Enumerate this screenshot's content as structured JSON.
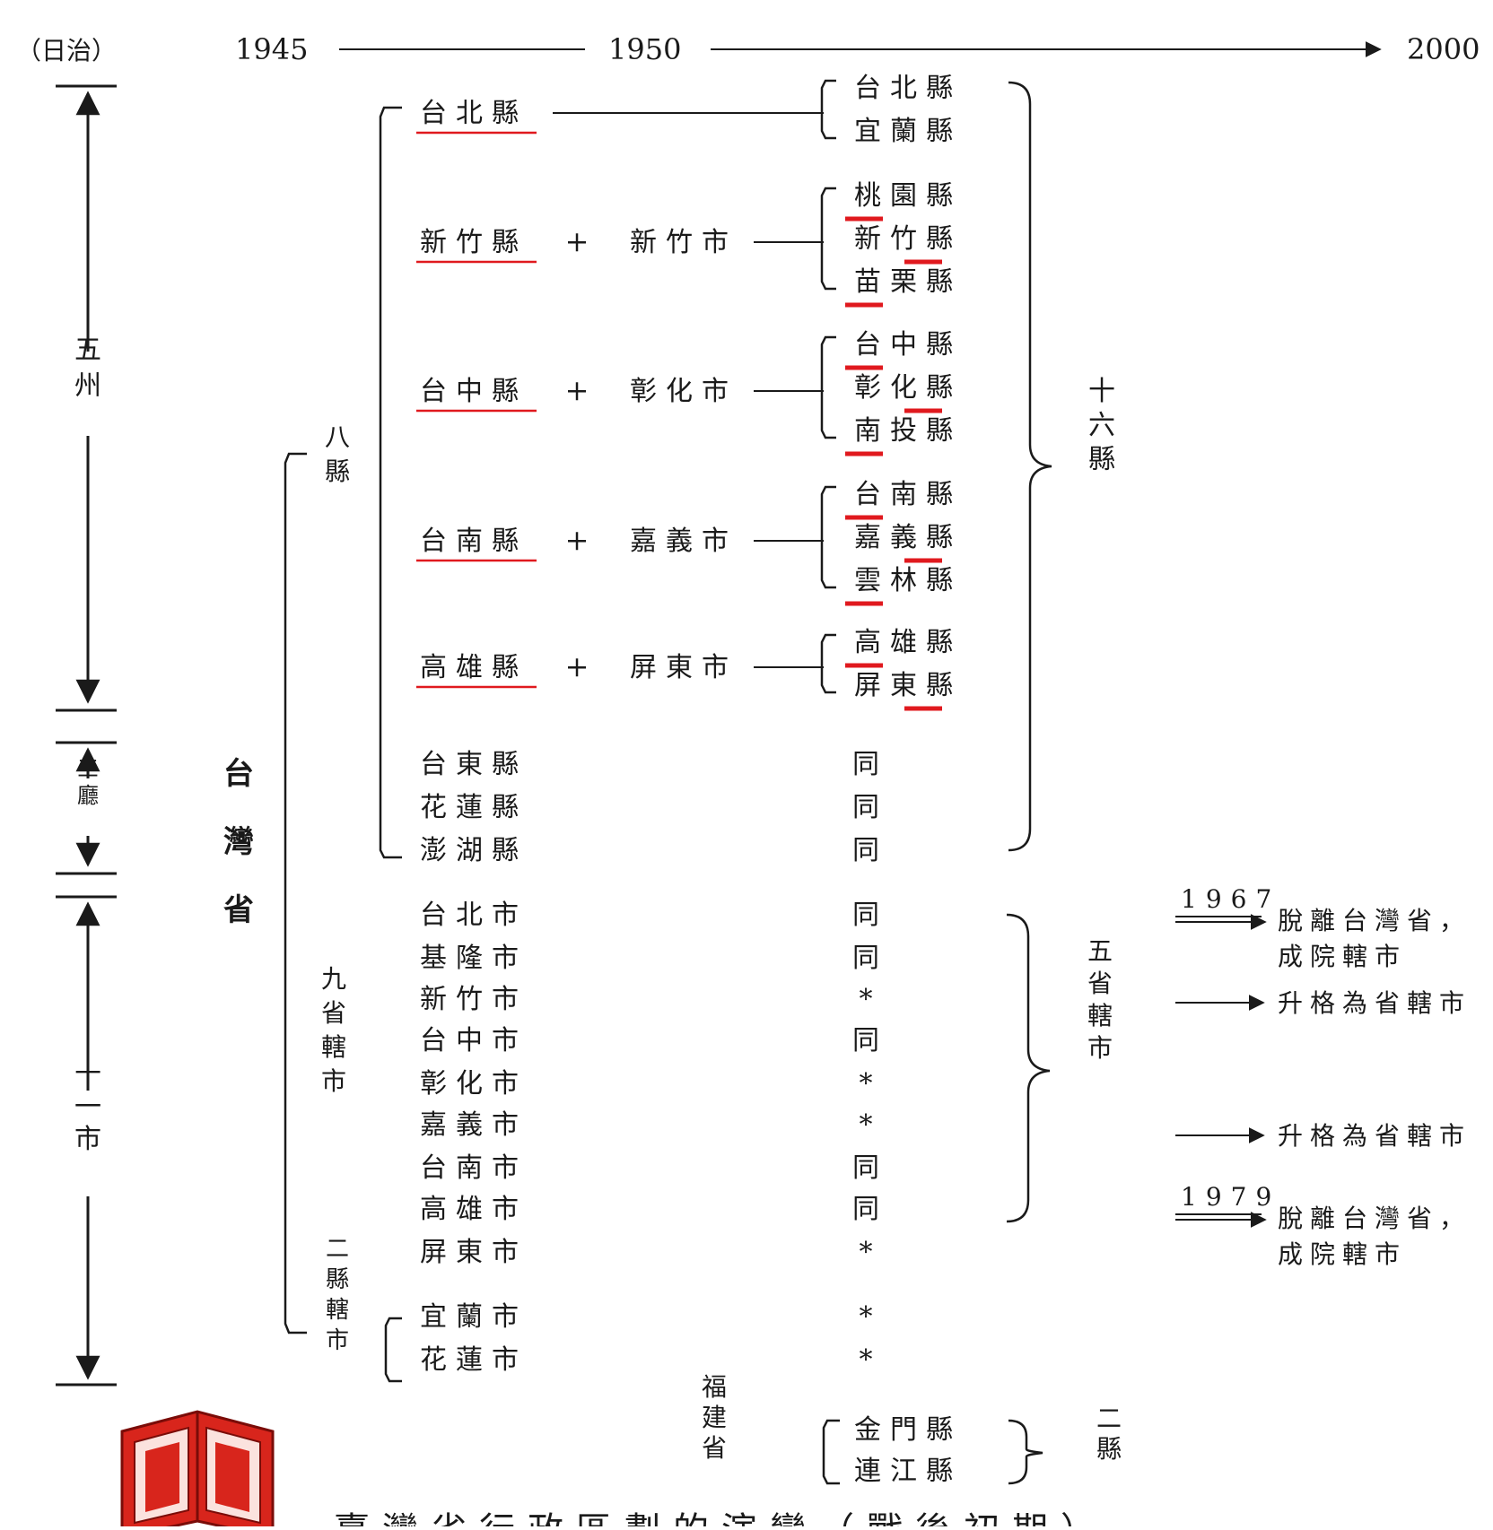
{
  "timeline": {
    "era": "（日治）",
    "years": [
      "1945",
      "1950",
      "2000"
    ]
  },
  "left_periods": {
    "wuzhou": "五州",
    "santing": "三廳",
    "shiyishi": "十一市"
  },
  "province": {
    "taiwan": "台灣省",
    "fujian": "福建省"
  },
  "groups": {
    "baxian": "八縣",
    "jiushengxiashi": "九省轄市",
    "erxianxiashi": "二縣轄市"
  },
  "merges": [
    {
      "county": "台北縣",
      "plus": "",
      "city": "",
      "result": [
        "台北縣",
        "宜蘭縣"
      ]
    },
    {
      "county": "新竹縣",
      "plus": "+",
      "city": "新竹市",
      "result": [
        "桃園縣",
        "新竹縣",
        "苗栗縣"
      ]
    },
    {
      "county": "台中縣",
      "plus": "+",
      "city": "彰化市",
      "result": [
        "台中縣",
        "彰化縣",
        "南投縣"
      ]
    },
    {
      "county": "台南縣",
      "plus": "+",
      "city": "嘉義市",
      "result": [
        "台南縣",
        "嘉義縣",
        "雲林縣"
      ]
    },
    {
      "county": "高雄縣",
      "plus": "+",
      "city": "屏東市",
      "result": [
        "高雄縣",
        "屏東縣"
      ]
    }
  ],
  "same_counties": [
    {
      "name": "台東縣",
      "status": "同"
    },
    {
      "name": "花蓮縣",
      "status": "同"
    },
    {
      "name": "澎湖縣",
      "status": "同"
    }
  ],
  "provincial_cities": [
    {
      "name": "台北市",
      "status": "同"
    },
    {
      "name": "基隆市",
      "status": "同"
    },
    {
      "name": "新竹市",
      "status": "*"
    },
    {
      "name": "台中市",
      "status": "同"
    },
    {
      "name": "彰化市",
      "status": "*"
    },
    {
      "name": "嘉義市",
      "status": "*"
    },
    {
      "name": "台南市",
      "status": "同"
    },
    {
      "name": "高雄市",
      "status": "同"
    },
    {
      "name": "屏東市",
      "status": "*"
    }
  ],
  "county_cities": [
    {
      "name": "宜蘭市",
      "status": "*"
    },
    {
      "name": "花蓮市",
      "status": "*"
    }
  ],
  "fujian_counties": [
    "金門縣",
    "連江縣"
  ],
  "summaries": {
    "shiliuxian": "十六縣",
    "wushengxiashi": "五省轄市",
    "erxian": "二縣"
  },
  "events": [
    {
      "year": "1967",
      "lines": [
        "脫離台灣省，",
        "成院轄市"
      ]
    },
    {
      "year": "",
      "lines": [
        "升格為省轄市"
      ]
    },
    {
      "year": "",
      "lines": [
        "升格為省轄市"
      ]
    },
    {
      "year": "1979",
      "lines": [
        "脫離台灣省，",
        "成院轄市"
      ]
    }
  ],
  "caption": "臺灣省行政區劃的演變（戰後初期）",
  "colors": {
    "ink": "#1a1a1a",
    "underline": "#e0191e",
    "book": "#d8251c"
  },
  "icons": {
    "book": "book-icon"
  }
}
